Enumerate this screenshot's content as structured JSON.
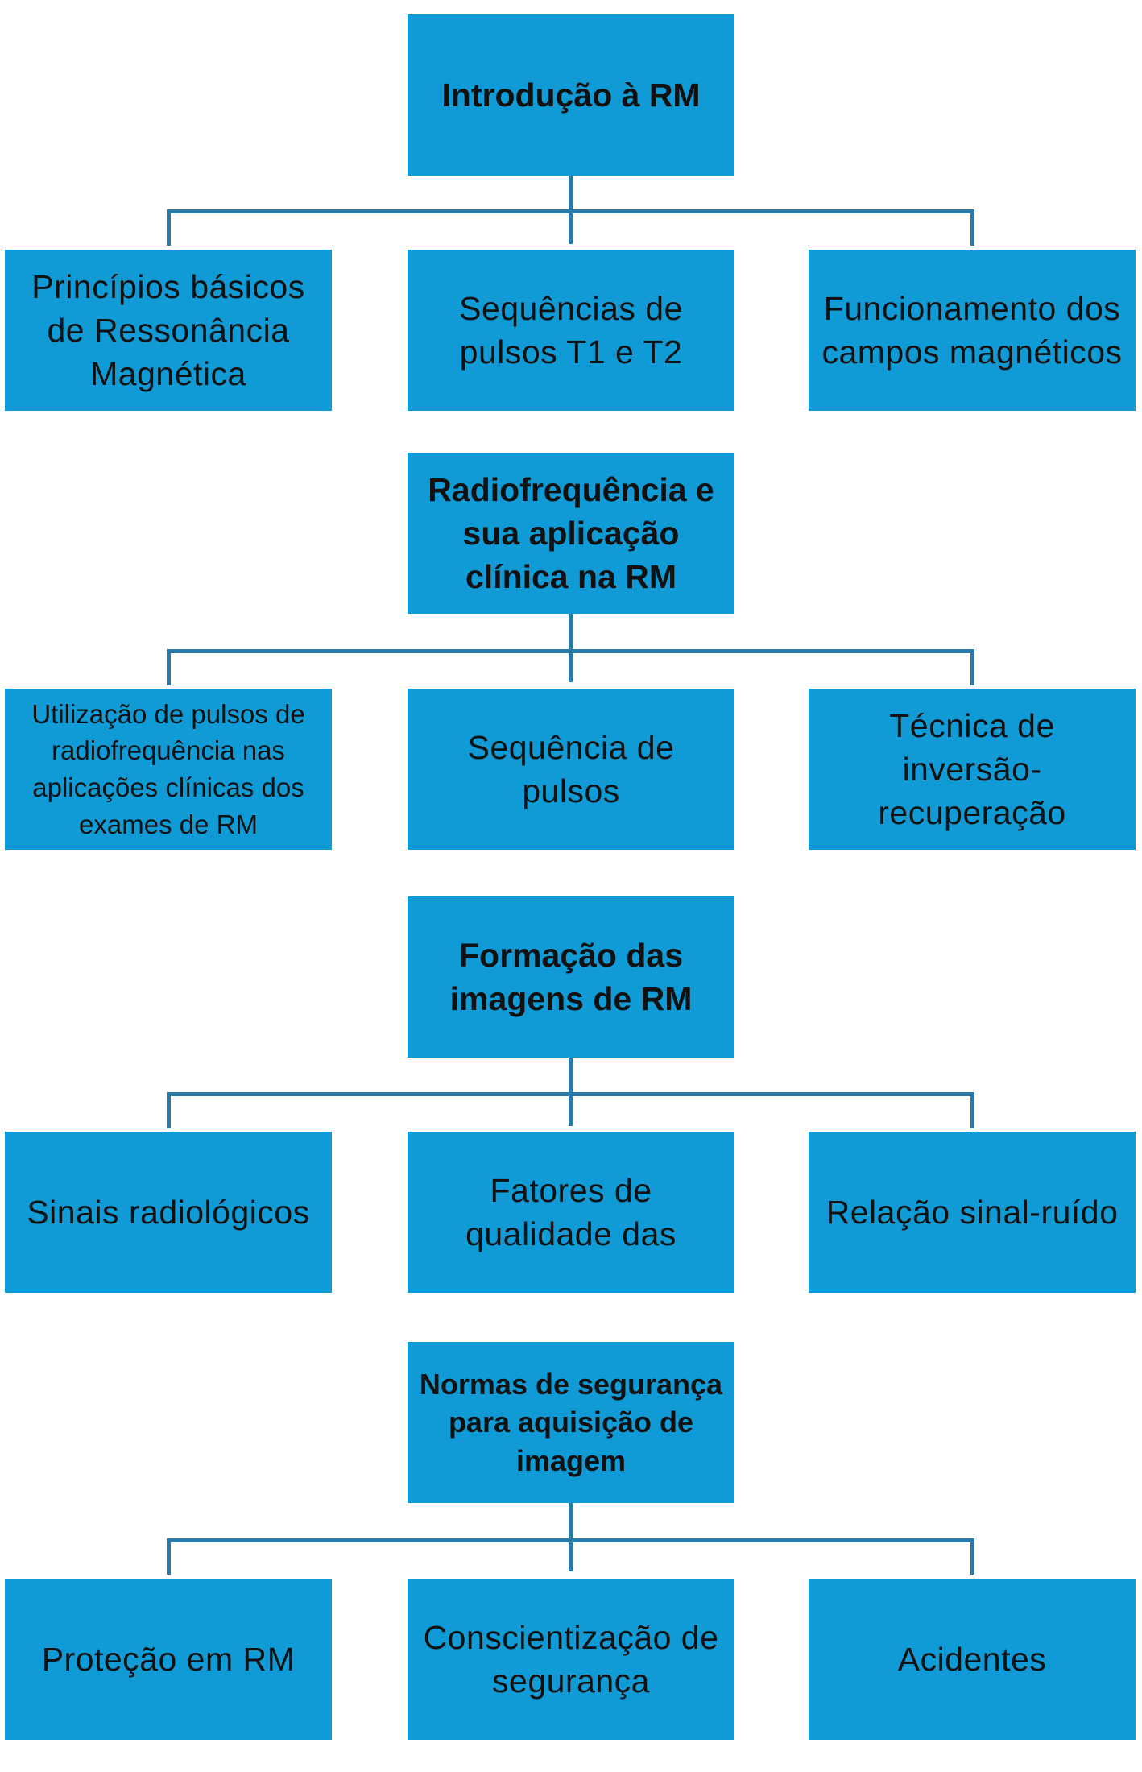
{
  "colors": {
    "box_fill": "#119bd6",
    "connector": "#2a7aa8",
    "text": "#111111"
  },
  "sections": [
    {
      "title": "Introdução à RM",
      "children": [
        "Princípios básicos de Ressonância Magnética",
        "Sequências de pulsos T1 e T2",
        "Funcionamento dos campos magnéticos"
      ]
    },
    {
      "title": "Radiofrequência e sua aplicação clínica na RM",
      "children": [
        "Utilização de pulsos de radiofrequência nas aplicações clínicas dos exames de RM",
        "Sequência de pulsos",
        "Técnica de inversão-recuperação"
      ]
    },
    {
      "title": "Formação das imagens de RM",
      "children": [
        "Sinais radiológicos",
        "Fatores de qualidade das",
        "Relação sinal-ruído"
      ]
    },
    {
      "title": "Normas de segurança para aquisição de imagem",
      "children": [
        "Proteção em RM",
        "Conscientização de segurança",
        "Acidentes"
      ]
    }
  ]
}
